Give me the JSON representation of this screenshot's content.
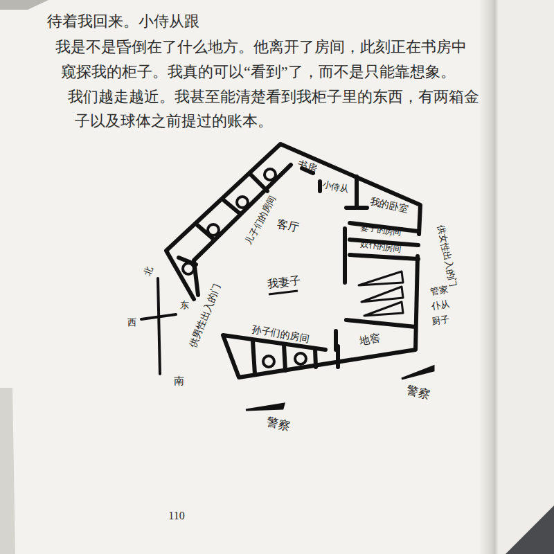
{
  "diagram": {
    "labels": [
      "待着我回来。小侍从跟",
      "我是不是昏倒在了什么地方。他离开了房间，此刻正在书房中",
      "窥探我的柜子。我真的可以“看到”了，而不是只能靠想象。",
      "我们越走越近。我甚至能清楚看到我柜子里的东西，有两箱金",
      "子以及球体之前提过的账本。",
      "书房",
      "小侍从",
      "我的卧室",
      "妻子的房间",
      "奴仆的房间",
      "供女性出入的门",
      "管家",
      "仆从",
      "厨子",
      "儿子们的房间",
      "客厅",
      "我妻子",
      "供男性出入的门",
      "孙子们的房间",
      "地窖",
      "警察",
      "警察",
      "北",
      "东",
      "西",
      "南",
      "110"
    ]
  }
}
